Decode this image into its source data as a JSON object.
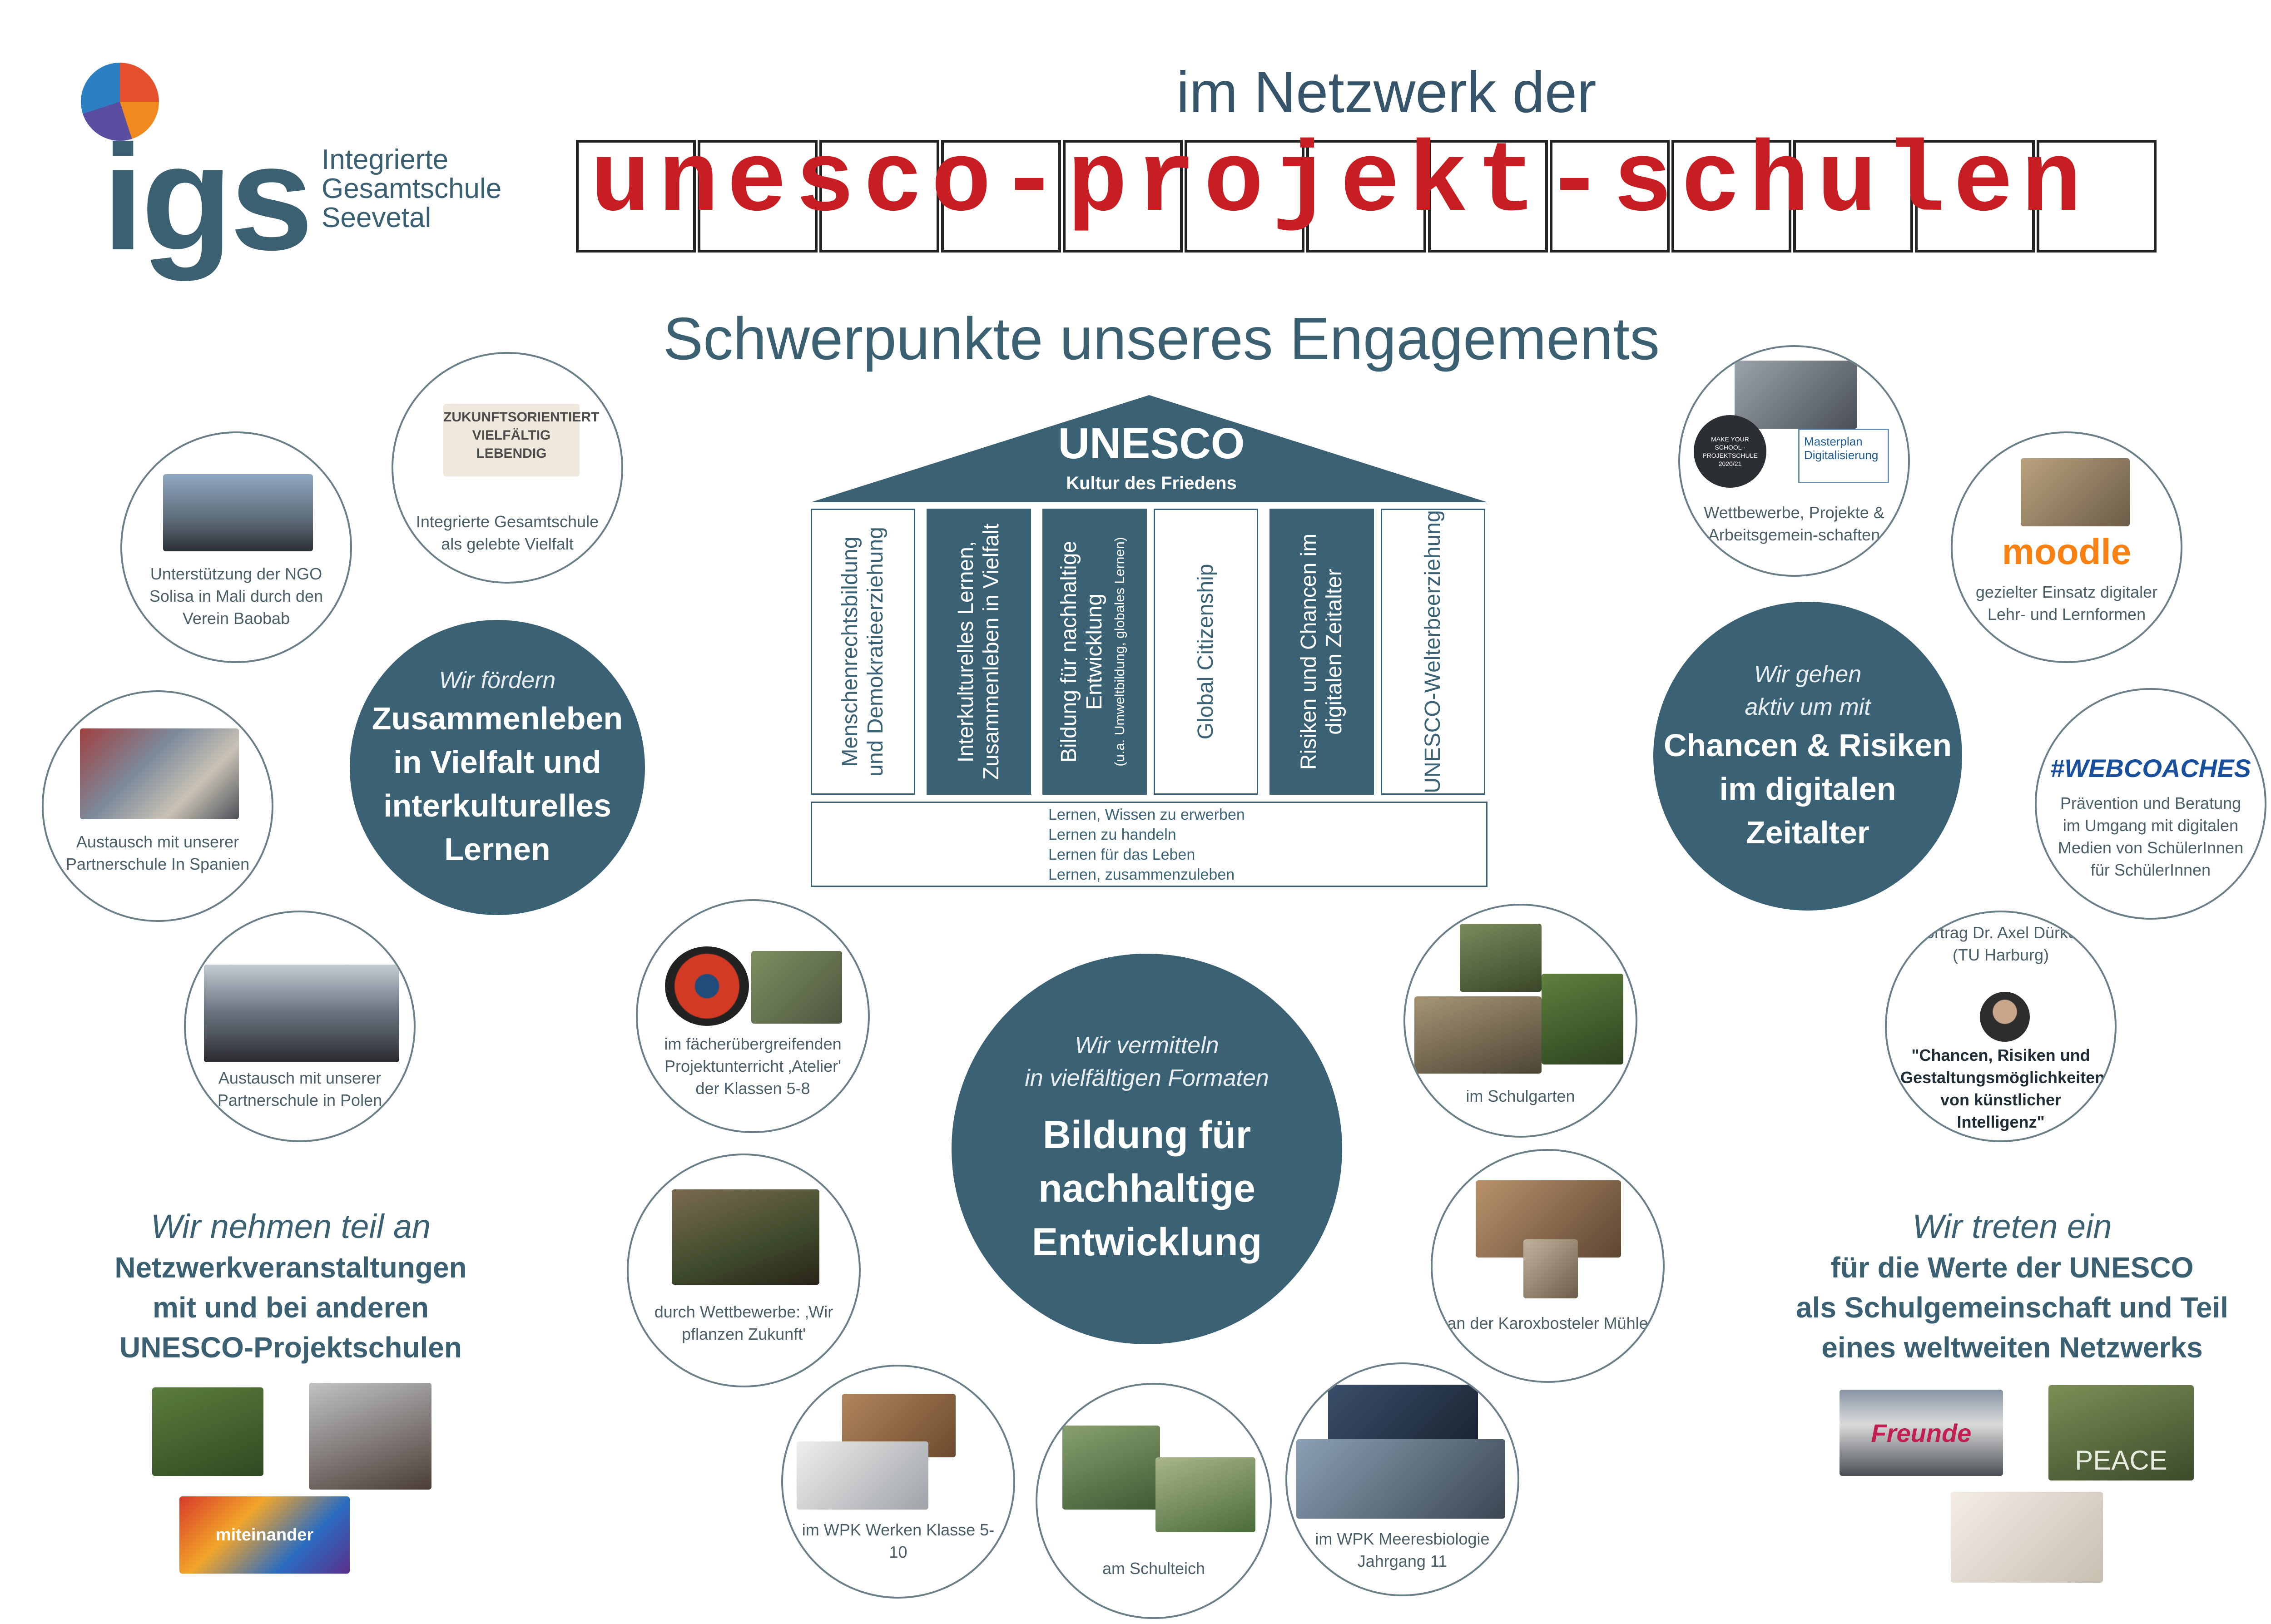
{
  "colors": {
    "petrol": "#3b6274",
    "stamp_red": "#c71e24",
    "text": "#3b6072"
  },
  "header": {
    "logo_word": "igs",
    "logo_sub": [
      "Integrierte",
      "Gesamtschule",
      "Seevetal"
    ],
    "title": "im Netzwerk der",
    "stamp_text": "unesco-projekt-schulen",
    "section_title": "Schwerpunkte unseres Engagements"
  },
  "temple": {
    "roof_title": "UNESCO",
    "roof_sub": "Kultur des Friedens",
    "pillars": [
      {
        "line1": "Menschenrechtsbildung",
        "line2": "und Demokratieerziehung",
        "small": ""
      },
      {
        "line1": "Interkulturelles Lernen,",
        "line2": "Zusammenleben in Vielfalt",
        "small": ""
      },
      {
        "line1": "Bildung für nachhaltige",
        "line2": "Entwicklung",
        "small": "(u.a. Umweltbildung, globales Lernen)"
      },
      {
        "line1": "Global Citizenship",
        "line2": "",
        "small": ""
      },
      {
        "line1": "Risiken und Chancen im",
        "line2": "digitalen Zeitalter",
        "small": ""
      },
      {
        "line1": "UNESCO-Welterbeerziehung",
        "line2": "",
        "small": ""
      }
    ],
    "base": [
      "Lernen, Wissen zu erwerben",
      "Lernen zu handeln",
      "Lernen für das Leben",
      "Lernen, zusammenzuleben"
    ]
  },
  "left_group": {
    "intro": "Wir fördern",
    "heading": [
      "Zusammenleben",
      "in Vielfalt und",
      "interkulturelles",
      "Lernen"
    ],
    "circles": [
      {
        "caption": "Integrierte Gesamtschule als gelebte Vielfalt",
        "photo_text": "ZUKUNFTSORIENTIERT VIELFÄLTIG LEBENDIG"
      },
      {
        "caption": "Unterstützung der NGO Solisa in Mali durch den Verein Baobab"
      },
      {
        "caption": "Austausch mit unserer Partnerschule In Spanien"
      },
      {
        "caption": "Austausch mit unserer Partnerschule in Polen"
      }
    ]
  },
  "right_group": {
    "intro": [
      "Wir gehen",
      "aktiv um mit"
    ],
    "heading": [
      "Chancen & Risiken",
      "im digitalen",
      "Zeitalter"
    ],
    "circles": [
      {
        "caption": "Wettbewerbe, Projekte & Arbeitsgemein-schaften",
        "badge": "MAKE YOUR SCHOOL · PROJEKTSCHULE 2020/21",
        "badge2": "Masterplan Digitalisierung"
      },
      {
        "caption": "gezielter Einsatz digitaler Lehr- und Lernformen",
        "logo": "moodle"
      },
      {
        "caption": "Prävention und Beratung im Umgang mit digitalen Medien von SchülerInnen für SchülerInnen",
        "logo": "#WEBCOACHES"
      },
      {
        "top": "Vortrag Dr. Axel Dürkop (TU Harburg)",
        "quote": "\"Chancen, Risiken und Gestaltungsmöglichkeiten von künstlicher Intelligenz\""
      }
    ]
  },
  "center_group": {
    "intro": [
      "Wir vermitteln",
      "in vielfältigen Formaten"
    ],
    "heading": [
      "Bildung für",
      "nachhaltige",
      "Entwicklung"
    ],
    "circles": [
      {
        "caption": "im fächerübergreifenden Projektunterricht ‚Atelier' der Klassen 5-8"
      },
      {
        "caption": "durch Wettbewerbe: ‚Wir pflanzen Zukunft'"
      },
      {
        "caption": "im WPK Werken Klasse 5-10"
      },
      {
        "caption": "am Schulteich"
      },
      {
        "caption": "im WPK Meeresbiologie Jahrgang 11"
      },
      {
        "caption": "an der Karoxbosteler Mühle"
      },
      {
        "caption": "im Schulgarten"
      }
    ]
  },
  "bottom_left": {
    "intro": "Wir nehmen teil an",
    "bold": [
      "Netzwerkveranstaltungen",
      "mit und bei anderen",
      "UNESCO-Projektschulen"
    ],
    "pic_text": "miteinander"
  },
  "bottom_right": {
    "intro": "Wir treten ein",
    "bold": [
      "für die Werte der UNESCO",
      "als Schulgemeinschaft und Teil",
      "eines weltweiten Netzwerks"
    ],
    "banner_text": "Freunde",
    "peace_text": "PEACE"
  }
}
